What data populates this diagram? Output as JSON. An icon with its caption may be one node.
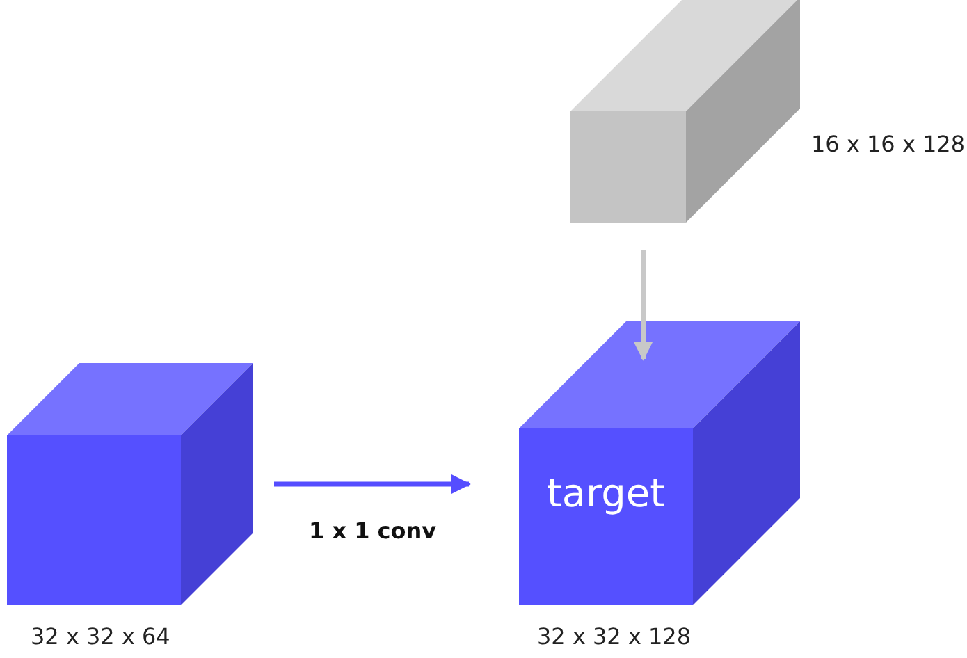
{
  "diagram": {
    "nodes": [
      {
        "text": [],
        "shape": "box",
        "beside": [
          "16 x 16 x 128"
        ]
      },
      {
        "text": [],
        "shape": "box",
        "beside": [
          "32 x 32 x 64"
        ]
      },
      {
        "text": [
          "target"
        ],
        "beside": [
          "32 x 32 x 128"
        ]
      }
    ],
    "edges": [
      {
        "from": 0,
        "to": 2,
        "arrow": "to",
        "color": "#c8c8c8"
      },
      {
        "from": 1,
        "to": 2,
        "arrow": "to",
        "label": "1 x 1 conv",
        "color": "#554dff"
      }
    ]
  }
}
